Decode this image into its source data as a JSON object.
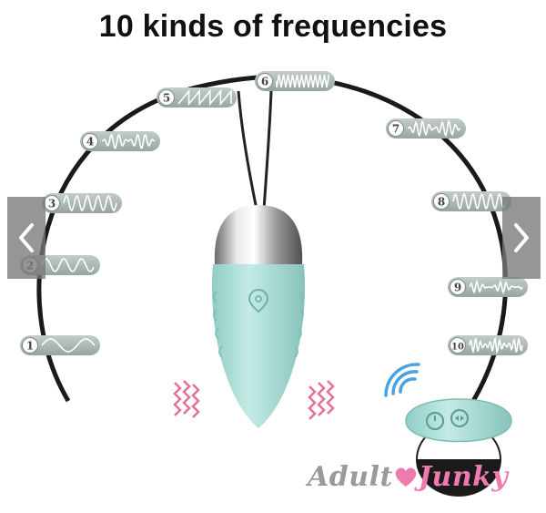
{
  "header": {
    "title": "10 kinds of frequencies"
  },
  "frequencies": [
    {
      "label": "1",
      "wave": "sine-slow"
    },
    {
      "label": "2",
      "wave": "sine-medium"
    },
    {
      "label": "3",
      "wave": "sine-fast"
    },
    {
      "label": "4",
      "wave": "irregular"
    },
    {
      "label": "5",
      "wave": "sawtooth"
    },
    {
      "label": "6",
      "wave": "dense-zigzag"
    },
    {
      "label": "7",
      "wave": "burst"
    },
    {
      "label": "8",
      "wave": "pulse"
    },
    {
      "label": "9",
      "wave": "wave-pattern"
    },
    {
      "label": "10",
      "wave": "dense-irregular"
    }
  ],
  "navigation": {
    "prev_icon": "chevron-left-icon",
    "next_icon": "chevron-right-icon"
  },
  "watermark": {
    "part1": "Adult",
    "part2": "Junky",
    "icon": "heart-icon"
  },
  "colors": {
    "product": "#a8dcd6",
    "vibration": "#e4709a",
    "signal": "#4aa0e0",
    "badge": "#a9b6b4"
  }
}
